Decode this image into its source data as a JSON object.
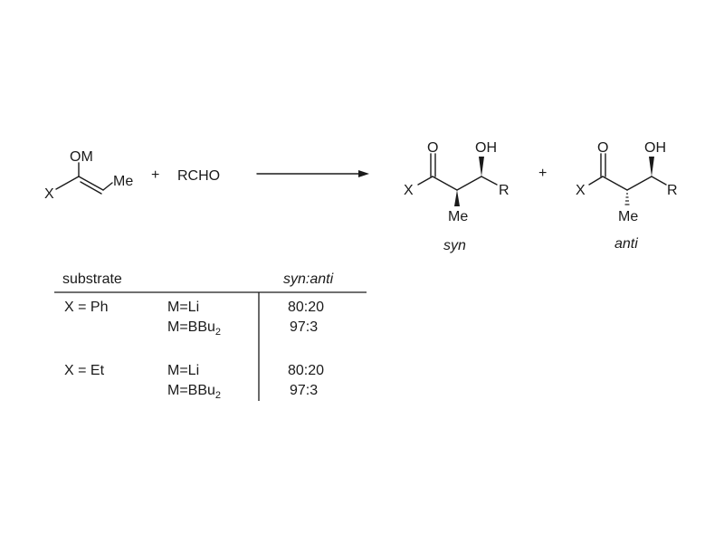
{
  "scheme": {
    "reactant": {
      "X": "X",
      "OM": "OM",
      "Me": "Me"
    },
    "plus_1": "+",
    "reagent": "RCHO",
    "arrow": "reaction-arrow",
    "product_syn": {
      "X": "X",
      "O": "O",
      "OH": "OH",
      "R": "R",
      "Me": "Me",
      "label": "syn"
    },
    "plus_2": "+",
    "product_anti": {
      "X": "X",
      "O": "O",
      "OH": "OH",
      "R": "R",
      "Me": "Me",
      "label": "anti"
    }
  },
  "table": {
    "headers": {
      "substrate": "substrate",
      "ratio_syn": "syn",
      "ratio_sep": ":",
      "ratio_anti": "anti"
    },
    "rows": [
      {
        "substrate": "X = Ph",
        "metal": "M=Li",
        "metal_sub": "",
        "ratio": "80:20"
      },
      {
        "substrate": "",
        "metal": "M=BBu",
        "metal_sub": "2",
        "ratio": "97:3"
      },
      {
        "substrate": "X = Et",
        "metal": "M=Li",
        "metal_sub": "",
        "ratio": "80:20"
      },
      {
        "substrate": "",
        "metal": "M=BBu",
        "metal_sub": "2",
        "ratio": "97:3"
      }
    ]
  }
}
